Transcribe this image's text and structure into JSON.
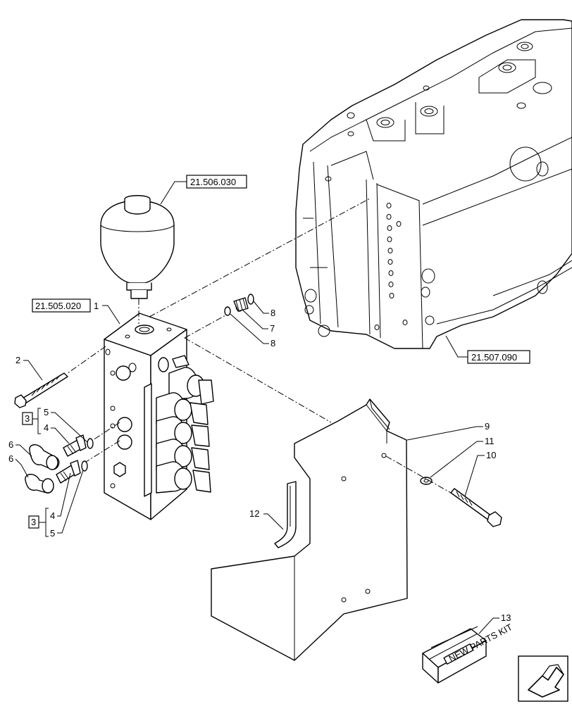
{
  "references": {
    "accumulator_ref": "21.506.030",
    "valve_block_ref": "21.505.020",
    "transmission_ref": "21.507.090"
  },
  "callouts": {
    "c1": "1",
    "c2": "2",
    "c3a": "3",
    "c3b": "3",
    "c4a": "4",
    "c4b": "4",
    "c5a": "5",
    "c5b": "5",
    "c6a": "6",
    "c6b": "6",
    "c7": "7",
    "c8a": "8",
    "c8b": "8",
    "c9": "9",
    "c10": "10",
    "c11": "11",
    "c12": "12",
    "c13": "13"
  },
  "kit_label": "NEW PARTS KIT",
  "icons": {
    "navigation": "next-page-arrow-icon"
  }
}
